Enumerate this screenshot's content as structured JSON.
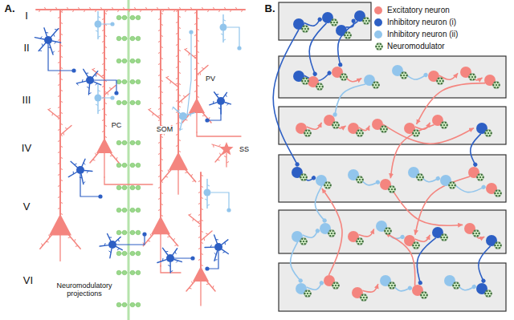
{
  "diagram": {
    "labels": [
      "A.",
      "I",
      "II",
      "III",
      "IV",
      "V",
      "VI",
      "SOM",
      "PC",
      "PV",
      "SS",
      "Neuromodulatory projections",
      "B."
    ],
    "legend": [
      {
        "text": "Excitatory neuron",
        "color": "#f4857f"
      },
      {
        "text": "Inhibitory neuron (i)",
        "color": "#2d5fc4"
      },
      {
        "text": "Inhibitory neuron (ii)",
        "color": "#92c5ec"
      },
      {
        "text": "Neuromodulator"
      }
    ]
  }
}
